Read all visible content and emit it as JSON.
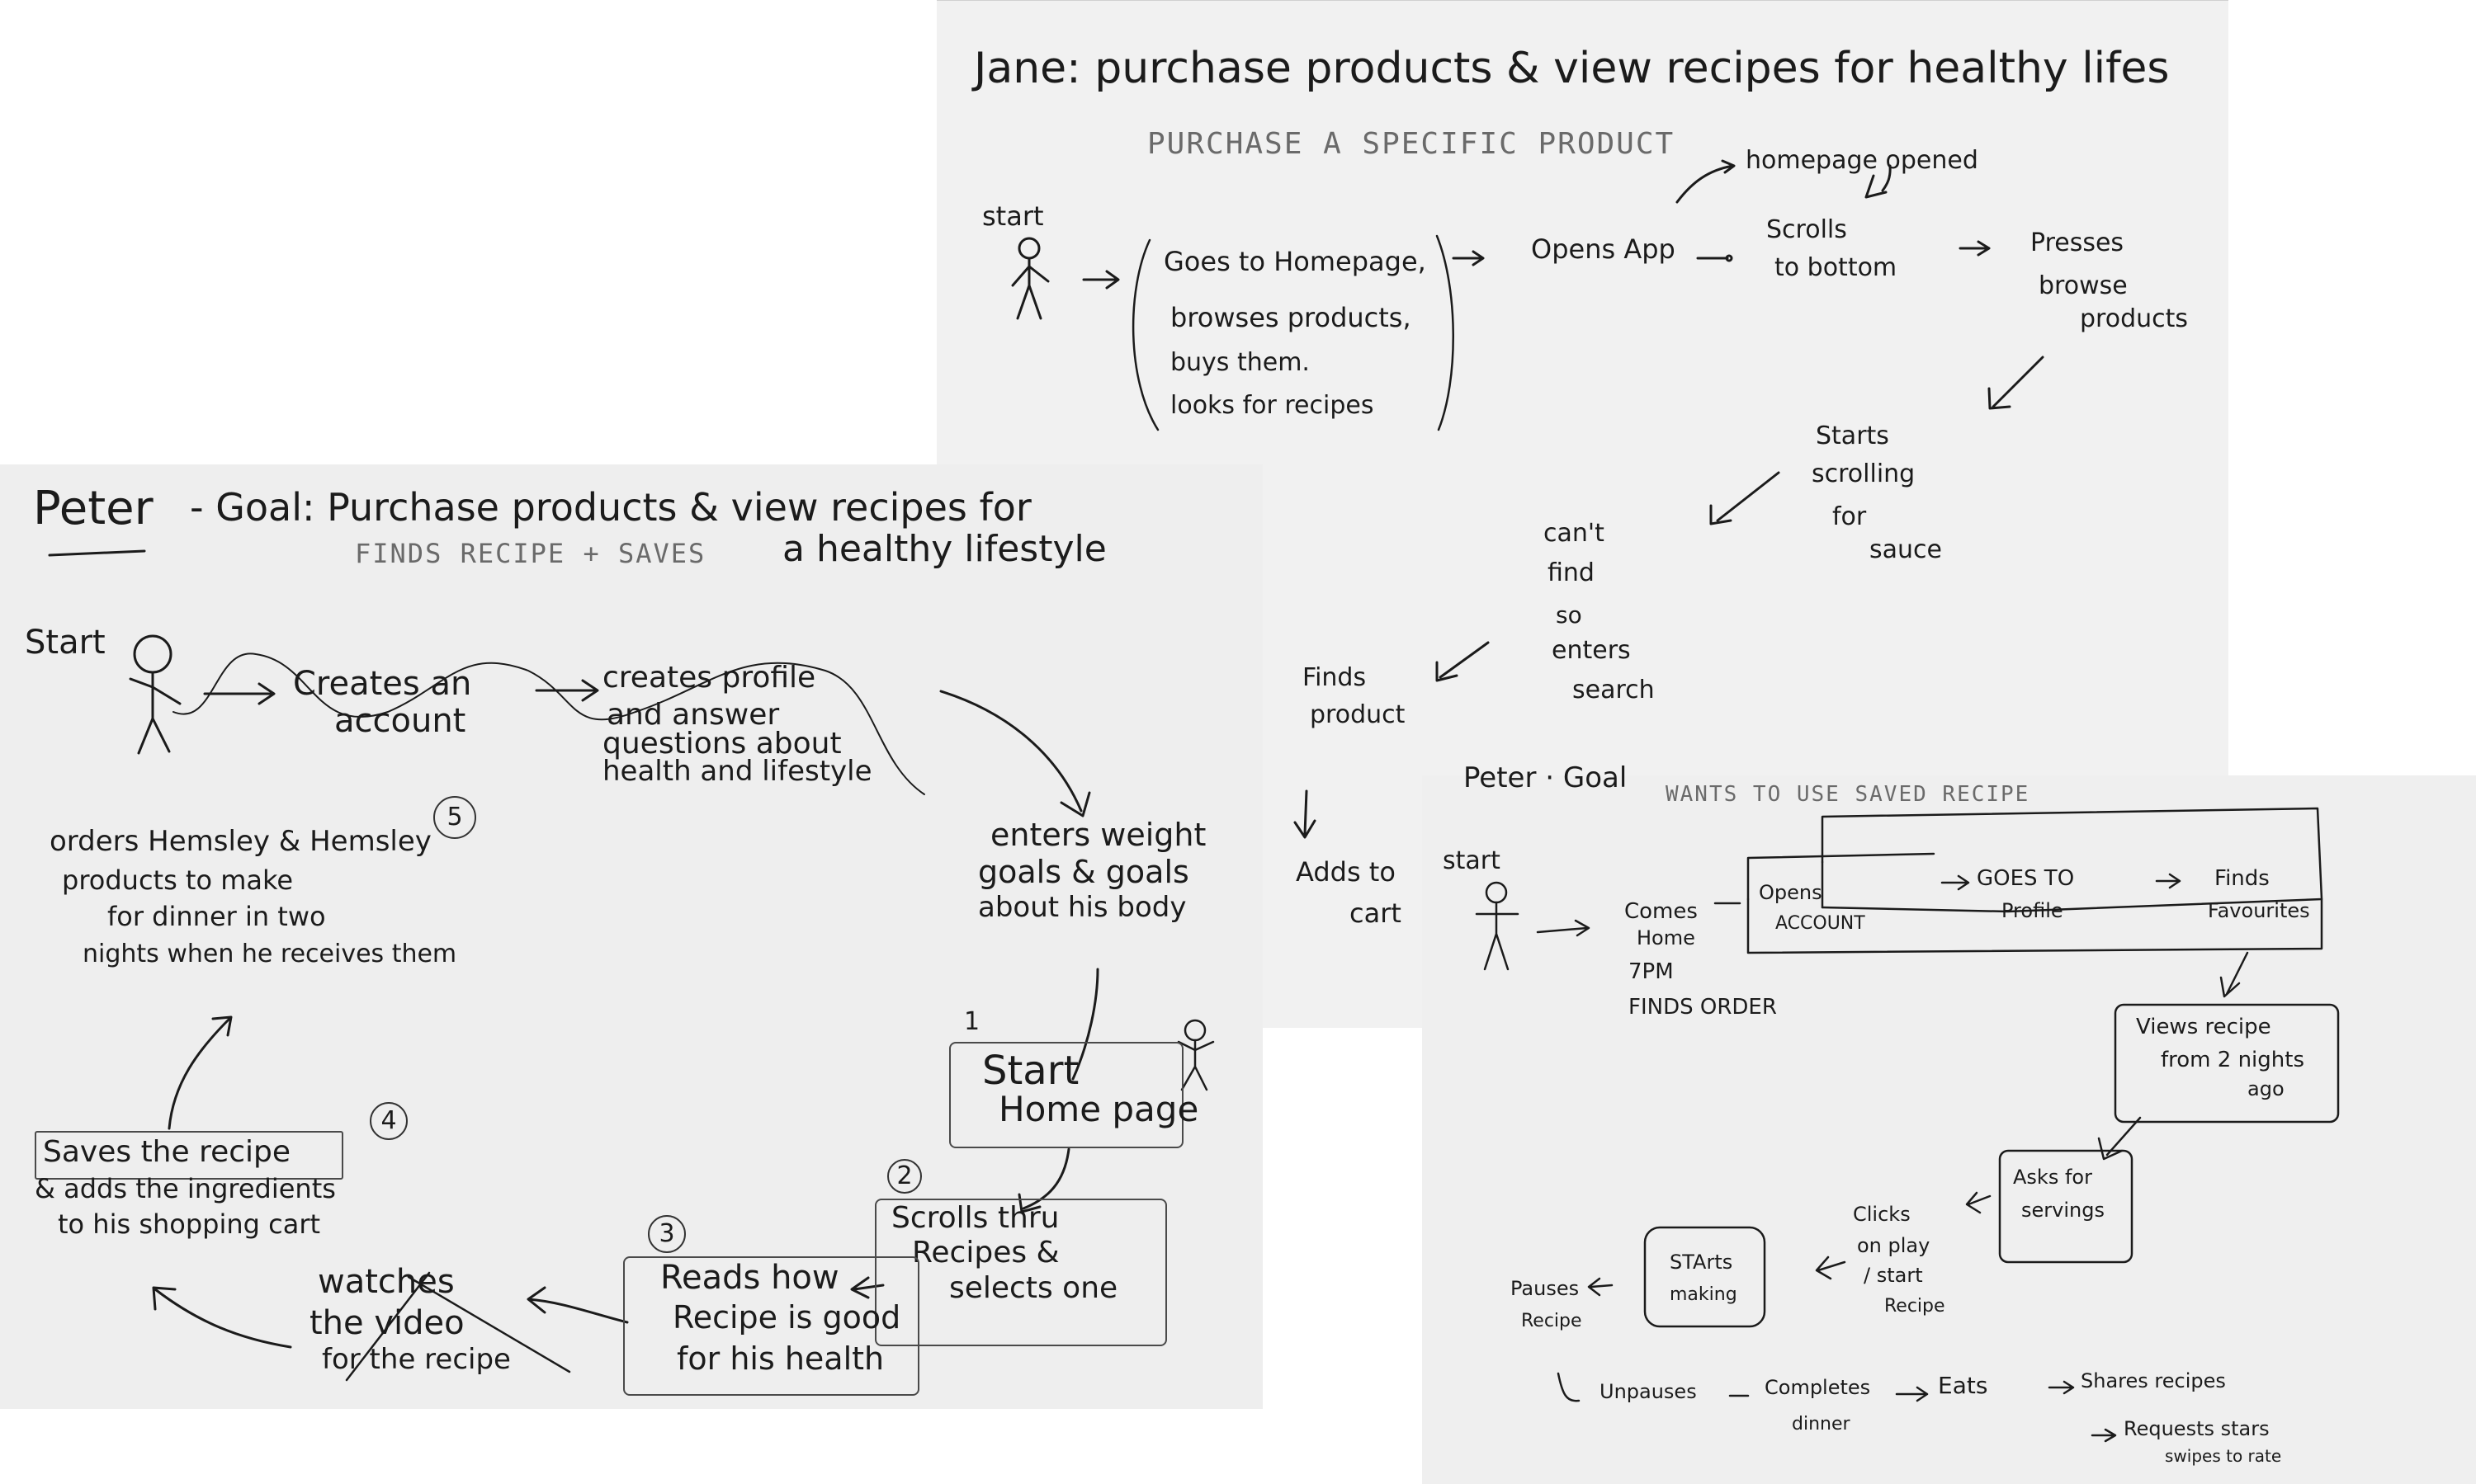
{
  "sheet_jane": {
    "title": "Jane: purchase products & view recipes for healthy lifes",
    "subtitle": "PURCHASE A SPECIFIC PRODUCT",
    "start": "start",
    "bracket_lines": [
      "Goes to Homepage,",
      "browses products,",
      "buys   them.",
      "looks  for  recipes"
    ],
    "opens_app": "Opens App",
    "homepage_opened": "homepage opened",
    "scrolls": [
      "Scrolls",
      "to bottom"
    ],
    "presses": [
      "Presses",
      "browse",
      "products"
    ],
    "starts": [
      "Starts",
      "scrolling",
      "for",
      "sauce"
    ],
    "cant_find": [
      "can't",
      "find",
      "so",
      "enters",
      "search"
    ],
    "finds": [
      "Finds",
      "product"
    ],
    "adds": [
      "Adds to",
      "cart"
    ]
  },
  "sheet_peter1": {
    "title_name": "Peter",
    "title_rest": "- Goal: Purchase products & view recipes for",
    "title_line2": "a healthy lifestyle",
    "subtitle": "FINDS RECIPE + SAVES",
    "start": "Start",
    "creates_account": [
      "Creates an",
      "account"
    ],
    "creates_profile": [
      "creates profile",
      "and answer",
      "questions about",
      "health and lifestyle"
    ],
    "enters_weight": [
      "enters weight",
      "goals & goals",
      "about his body"
    ],
    "n1": "1",
    "start_home": [
      "Start",
      "Home page"
    ],
    "n2": "2",
    "scrolls": [
      "Scrolls thru",
      "Recipes &",
      "selects one"
    ],
    "n3": "3",
    "reads": [
      "Reads how",
      "Recipe is good",
      "for his health"
    ],
    "watches": [
      "watches",
      "the video",
      "for  the recipe"
    ],
    "n4": "4",
    "saves": [
      "Saves the recipe",
      "& adds the ingredients",
      "to his shopping cart"
    ],
    "n5": "5",
    "orders": [
      "orders Hemsley & Hemsley",
      "products to make",
      "for dinner in two",
      "nights when he receives them"
    ]
  },
  "sheet_peter2": {
    "title": "Peter · Goal",
    "subtitle": "WANTS TO USE SAVED RECIPE",
    "start": "start",
    "comes_home": [
      "Comes",
      "Home",
      "7PM",
      "FINDS ORDER"
    ],
    "opens_account": [
      "Opens",
      "ACCOUNT"
    ],
    "goes_profile": [
      "GOES TO",
      "Profile"
    ],
    "finds_fav": [
      "Finds",
      "Favourites"
    ],
    "views_recipe": [
      "Views recipe",
      "from 2 nights",
      "ago"
    ],
    "asks_servings": [
      "Asks for",
      "servings"
    ],
    "clicks_play": [
      "Clicks",
      "on play",
      "/ start",
      "Recipe"
    ],
    "starts_making": [
      "STArts",
      "making"
    ],
    "pauses": [
      "Pauses",
      "Recipe"
    ],
    "unpauses": "Unpauses",
    "completes": [
      "Completes",
      "dinner"
    ],
    "eats": "Eats",
    "shares": "Shares recipes",
    "requests": "Requests stars",
    "swipes": "swipes to rate"
  }
}
